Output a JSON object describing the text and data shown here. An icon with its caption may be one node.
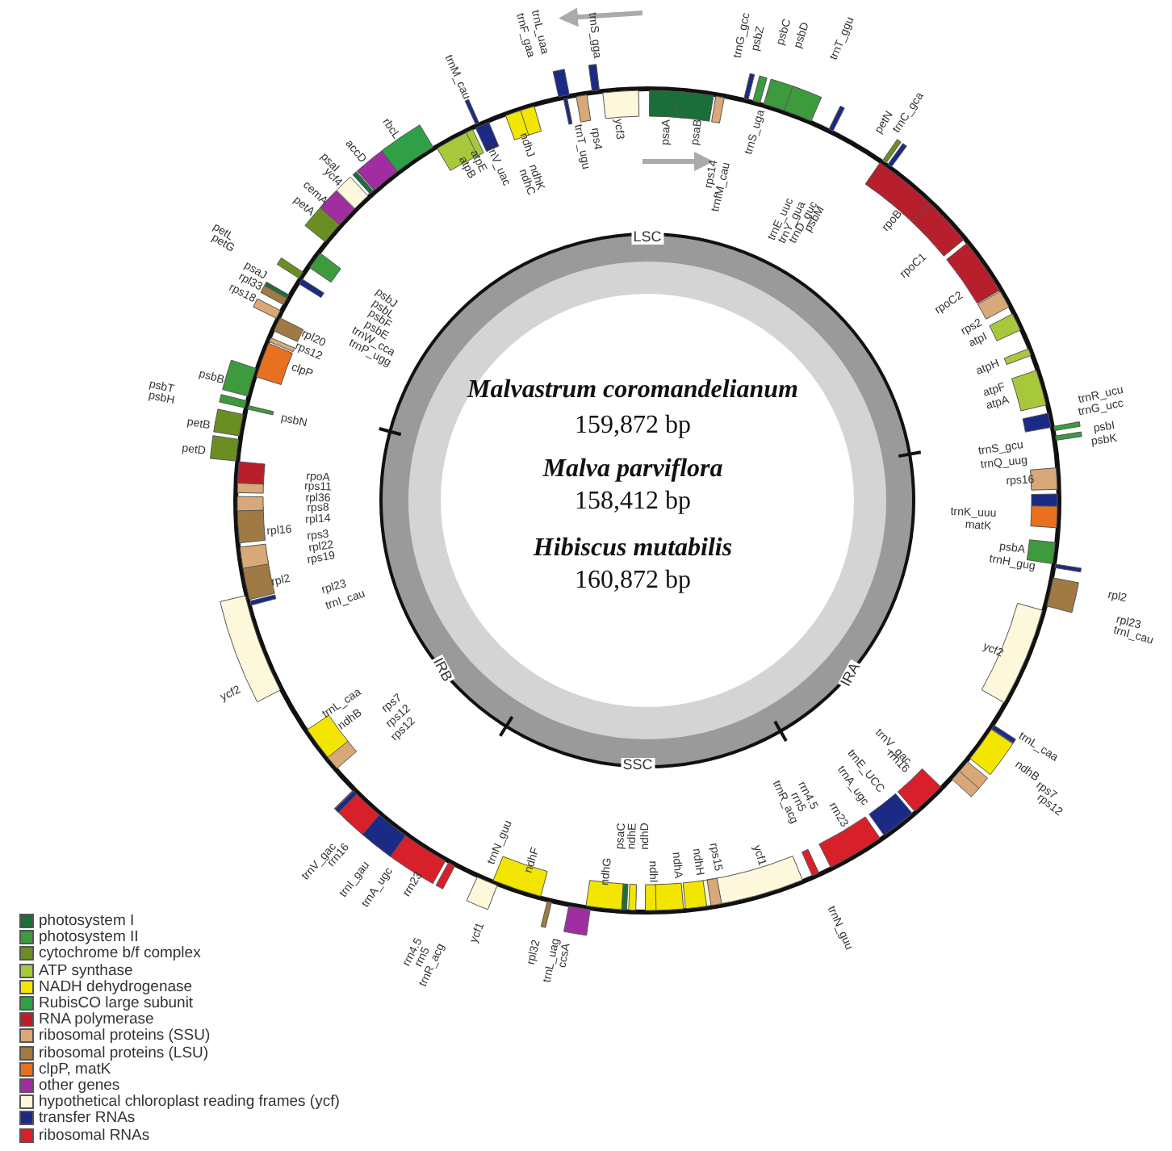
{
  "diagram": {
    "labels": [
      "ycf3",
      "psaA",
      "psaB",
      "rps14",
      "trnfM_cau",
      "trnS_uga",
      "trnG_gcc",
      "psbZ",
      "psbC",
      "psbD",
      "trnT_ggu",
      "trnE_uuc",
      "trnY_gua",
      "trnD_guc",
      "psbM",
      "petN",
      "trnC_gca",
      "rpoB",
      "rpoC1",
      "rpoC2",
      "rps2",
      "atpI",
      "atpH",
      "atpF",
      "atpA",
      "trnR_ucu",
      "trnG_ucc",
      "psbI",
      "psbK",
      "trnS_gcu",
      "trnQ_uug",
      "rps16",
      "trnK_uuu",
      "matK",
      "psbA",
      "trnH_gug",
      "rpl2",
      "rpl23",
      "trnI_cau",
      "ycf2",
      "trnL_caa",
      "ndhB",
      "rps7",
      "rps12",
      "trnV_gac",
      "rrn16",
      "trnE_UCC",
      "trnA_ugc",
      "rrn23",
      "rrn4.5",
      "rrn5",
      "trnR_acg",
      "trnN_guu",
      "ycf1",
      "rps15",
      "ndhH",
      "ndhA",
      "ndhI",
      "ndhD",
      "ndhE",
      "psaC",
      "ndhG",
      "ndhF",
      "trnN_guu",
      "ccsA",
      "trnL_uag",
      "rpl32",
      "ycf1",
      "trnR_acg",
      "rrn5",
      "rrn4.5",
      "rrn23",
      "trnA_ugc",
      "trnI_gau",
      "rrn16",
      "trnV_gac",
      "rps12",
      "rps12",
      "rps7",
      "ndhB",
      "trnL_caa",
      "ycf2",
      "trnI_cau",
      "rpl23",
      "rpl2",
      "rps19",
      "rpl22",
      "rps3",
      "rpl16",
      "rpl14",
      "rps8",
      "rpl36",
      "rps11",
      "rpoA",
      "petD",
      "petB",
      "psbN",
      "psbH",
      "psbT",
      "psbB",
      "clpP",
      "rps12",
      "rpl20",
      "trnP_ugg",
      "trnW_cca",
      "psbE",
      "psbF",
      "psbL",
      "psbJ",
      "rps18",
      "rpl33",
      "psaJ",
      "petG",
      "petL",
      "petA",
      "cemA",
      "ycf4",
      "psaI",
      "accD",
      "rbcL",
      "trnM_cau",
      "atpE",
      "atpB",
      "trnV_uac",
      "ndhJ",
      "ndhK",
      "ndhC",
      "trnF_gaa",
      "trnL_uaa",
      "trnT_ugu",
      "rps4",
      "trnS_gga",
      "LSC",
      "IRA",
      "SSC",
      "IRB",
      "Malvastrum coromandelianum",
      "159,872 bp",
      "Malva parviflora",
      "158,412 bp",
      "Hibiscus mutabilis",
      "160,872 bp"
    ],
    "legend": [
      {
        "text": "photosystem I",
        "color": "#1b6e3a"
      },
      {
        "text": "photosystem II",
        "color": "#3d9a3d"
      },
      {
        "text": "cytochrome b/f complex",
        "color": "#6b8e23"
      },
      {
        "text": "ATP synthase",
        "color": "#a8c83c"
      },
      {
        "text": "NADH dehydrogenase",
        "color": "#f2e600"
      },
      {
        "text": "RubisCO large subunit",
        "color": "#2fa046"
      },
      {
        "text": "RNA polymerase",
        "color": "#b81f2d"
      },
      {
        "text": "ribosomal proteins (SSU)",
        "color": "#d8a878"
      },
      {
        "text": "ribosomal proteins (LSU)",
        "color": "#a07a44"
      },
      {
        "text": "clpP, matK",
        "color": "#e8701e"
      },
      {
        "text": "other genes",
        "color": "#a02ea0"
      },
      {
        "text": "hypothetical chloroplast reading frames (ycf)",
        "color": "#fdf8dc"
      },
      {
        "text": "transfer RNAs",
        "color": "#1b2a84"
      },
      {
        "text": "ribosomal RNAs",
        "color": "#d8202a"
      }
    ]
  }
}
